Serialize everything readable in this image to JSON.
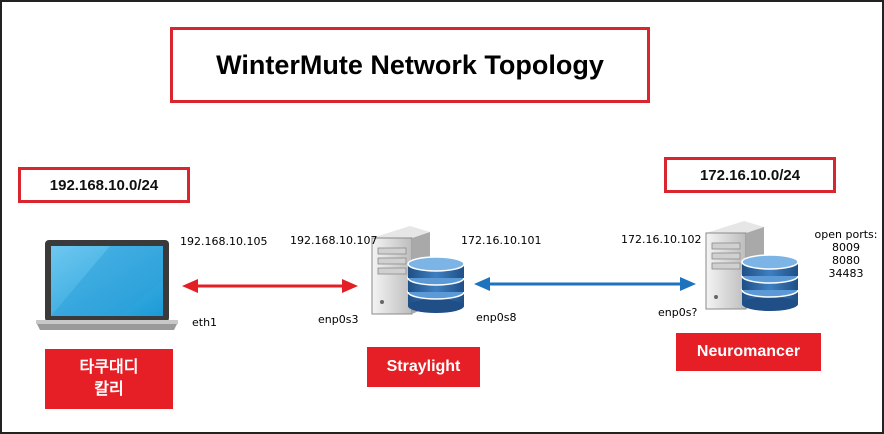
{
  "title": "WinterMute Network Topology",
  "subnets": {
    "left": "192.168.10.0/24",
    "right": "172.16.10.0/24"
  },
  "nodes": {
    "kali": {
      "name_line1": "타쿠대디",
      "name_line2": "칼리",
      "ip": "192.168.10.105",
      "iface": "eth1",
      "icon": "laptop-icon"
    },
    "straylight": {
      "name": "Straylight",
      "ip_left": "192.168.10.107",
      "iface_left": "enp0s3",
      "ip_right": "172.16.10.101",
      "iface_right": "enp0s8",
      "icon": "server-database-icon"
    },
    "neuromancer": {
      "name": "Neuromancer",
      "ip": "172.16.10.102",
      "iface": "enp0s?",
      "icon": "server-database-icon",
      "ports_label": "open ports:",
      "ports": [
        "8009",
        "8080",
        "34483"
      ]
    }
  },
  "links": {
    "left_color": "#e31e24",
    "right_color": "#1e73be"
  },
  "colors": {
    "accent_red": "#d9262e",
    "tag_red": "#e61f26"
  }
}
